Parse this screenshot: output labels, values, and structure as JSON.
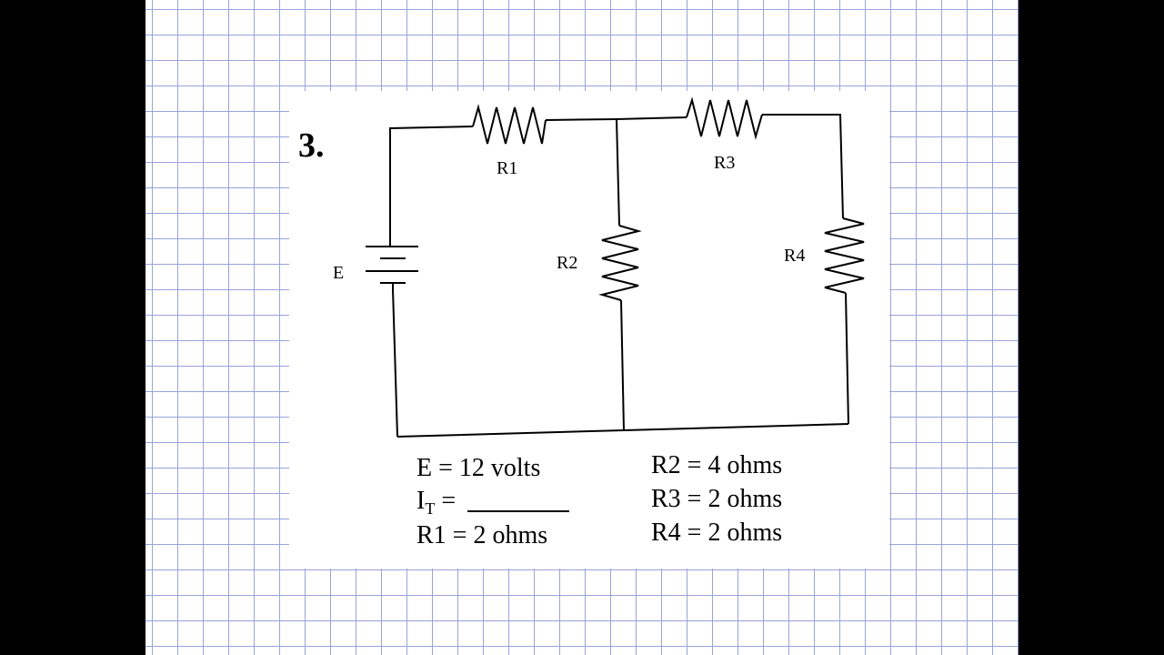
{
  "problem": {
    "number": "3."
  },
  "circuit": {
    "labels": {
      "e": "E",
      "r1": "R1",
      "r2": "R2",
      "r3": "R3",
      "r4": "R4"
    }
  },
  "givens": {
    "e": "E = 12 volts",
    "it_main": "I",
    "it_sub": "T",
    "it_eq": " = ",
    "r1": "R1 = 2 ohms",
    "r2": "R2 = 4 ohms",
    "r3": "R3 = 2 ohms",
    "r4": "R4 = 2 ohms"
  },
  "colors": {
    "grid": "#9aa3d8",
    "ink": "#000000",
    "outer": "#000000"
  }
}
